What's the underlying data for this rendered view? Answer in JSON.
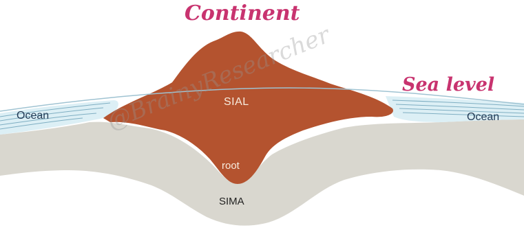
{
  "labels": {
    "title": "Continent",
    "sea_level": "Sea level",
    "ocean_left": "Ocean",
    "ocean_right": "Ocean",
    "sial": "SIAL",
    "root": "root",
    "sima": "SIMA"
  },
  "watermark": "@BrainyResearcher",
  "colors": {
    "title_text": "#c8336f",
    "sial_fill": "#b4532f",
    "sima_fill": "#d9d7cf",
    "ocean_water": "#dceff5",
    "ocean_lines": "#7eaec2"
  }
}
